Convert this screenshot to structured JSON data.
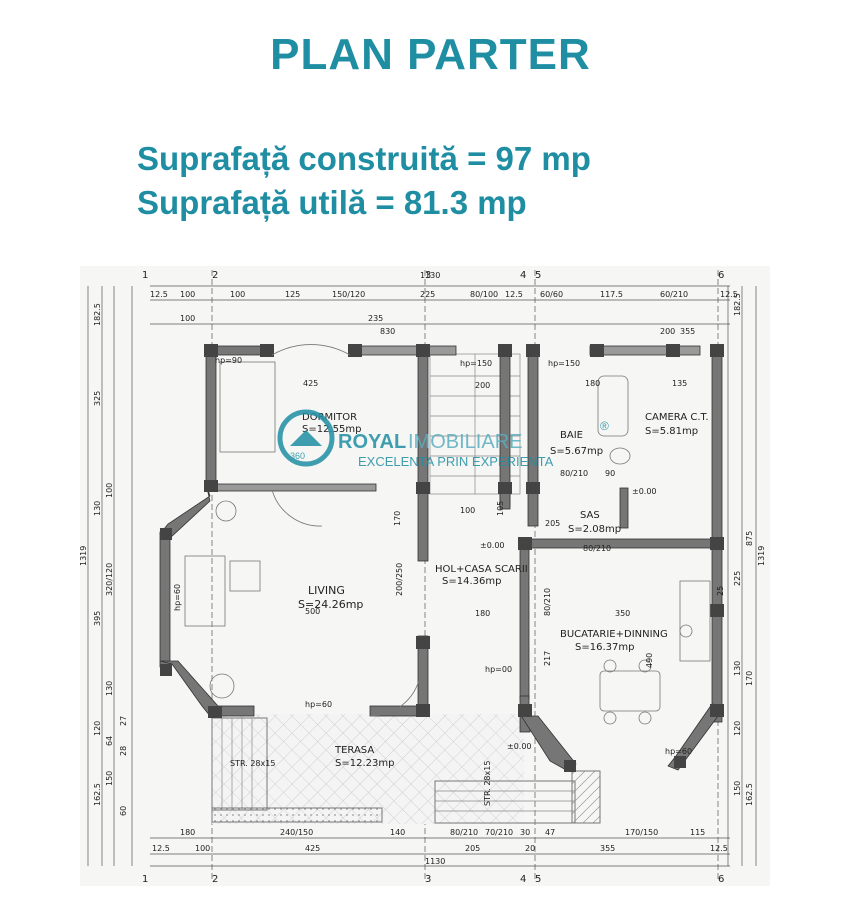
{
  "header": {
    "title": "PLAN PARTER",
    "area_built": "Suprafață construită = 97 mp",
    "area_useful": "Suprafață utilă = 81.3 mp"
  },
  "rooms": {
    "dormitor": {
      "name": "DORMITOR",
      "area": "S=12.55mp"
    },
    "baie": {
      "name": "BAIE",
      "area": "S=5.67mp"
    },
    "camera_ct": {
      "name": "CAMERA C.T.",
      "area": "S=5.81mp"
    },
    "sas": {
      "name": "SAS",
      "area": "S=2.08mp"
    },
    "hol": {
      "name": "HOL+CASA SCARII",
      "area": "S=14.36mp"
    },
    "living": {
      "name": "LIVING",
      "area": "S=24.26mp"
    },
    "bucatarie": {
      "name": "BUCATARIE+DINNING",
      "area": "S=16.37mp"
    },
    "terasa": {
      "name": "TERASA",
      "area": "S=12.23mp"
    }
  },
  "grid_axes": [
    "1",
    "2",
    "3",
    "4",
    "5",
    "6"
  ],
  "dims": {
    "top1": [
      "12.5",
      "100",
      "100",
      "125",
      "150/120",
      "225",
      "80/100",
      "12.5",
      "60/60",
      "117.5",
      "60/210",
      "12.5"
    ],
    "top2": [
      "100",
      "235",
      "830",
      "200",
      "355",
      "1130"
    ],
    "bottom1": [
      "180",
      "240/150",
      "140",
      "80/210",
      "70/210",
      "30",
      "47",
      "170/150",
      "115"
    ],
    "bottom2": [
      "12.5",
      "100",
      "425",
      "205",
      "20",
      "355",
      "12.5",
      "1130"
    ],
    "left": [
      "182.5",
      "325",
      "130",
      "100",
      "320/120",
      "395",
      "130",
      "120",
      "64",
      "27",
      "28",
      "150",
      "162.5",
      "60",
      "1319"
    ],
    "right": [
      "182.5",
      "25",
      "225",
      "875",
      "130",
      "170",
      "120",
      "150",
      "162.5",
      "1319"
    ],
    "interior": [
      "hp=90",
      "425",
      "hp=150",
      "200",
      "hp=150",
      "180",
      "135",
      "80/210",
      "90",
      "100",
      "105",
      "205",
      "170",
      "200/250",
      "350",
      "500",
      "180",
      "hp=00",
      "217",
      "490",
      "hp=60",
      "hp=60",
      "hp=60",
      "STR. 28x15",
      "STR. 28x15",
      "±0.00",
      "±0.00",
      "±0.00",
      "80/210",
      "80/210"
    ]
  },
  "watermark": {
    "brand1": "ROYAL",
    "brand2": "IMOBILIARE",
    "registered": "®",
    "tagline": "EXCELENTA PRIN EXPERIENTA",
    "badge": "360"
  },
  "colors": {
    "title": "#1f8ea3",
    "walls": "#6b6b6b",
    "watermark": "#1f8ea3"
  }
}
